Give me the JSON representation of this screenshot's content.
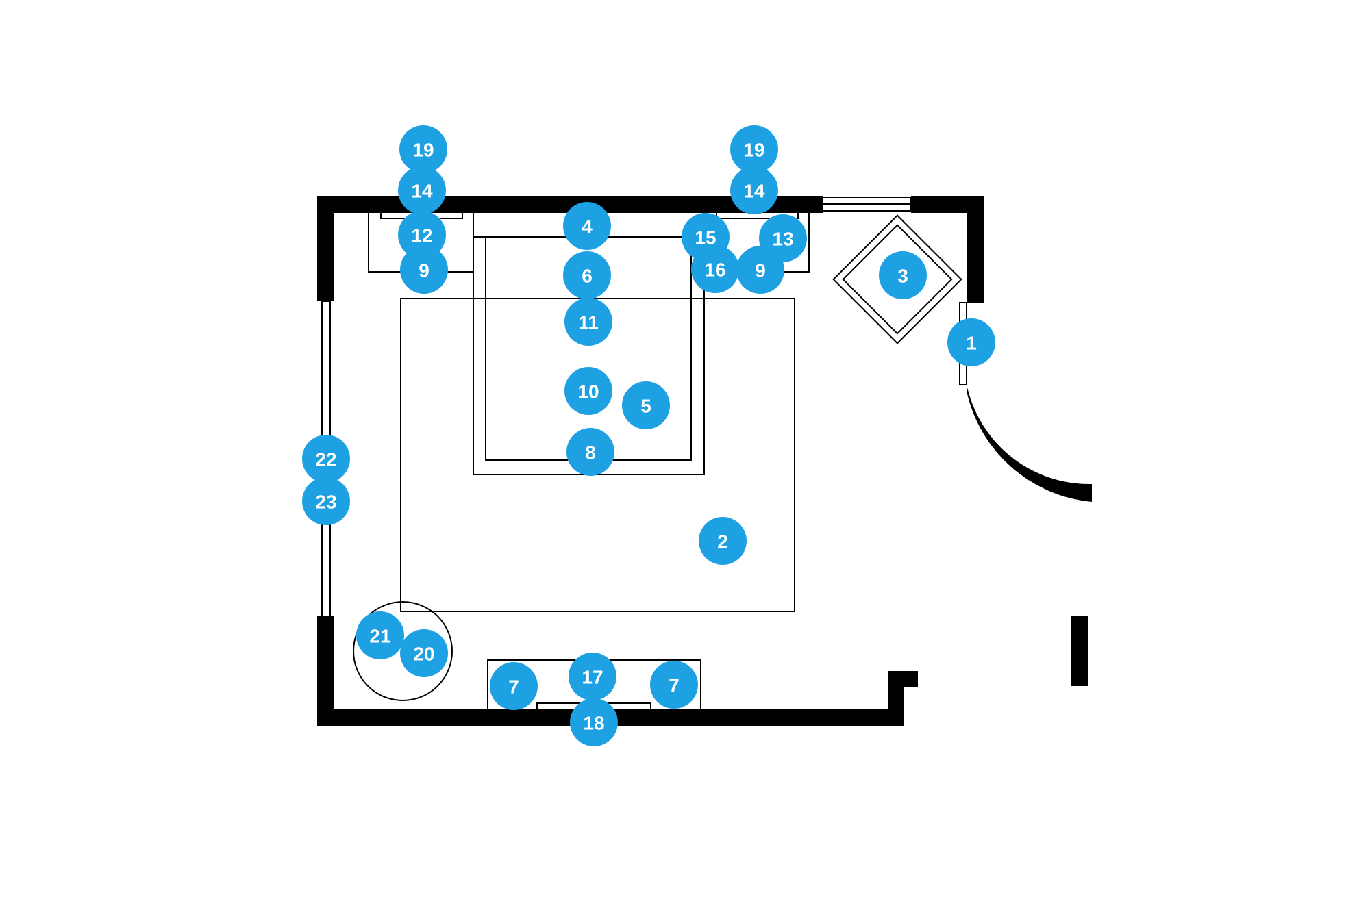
{
  "diagram": {
    "kind": "floor-plan",
    "marker_color": "#1da1e2",
    "wall_color": "#000000",
    "markers": [
      {
        "id": "m1",
        "label": "1"
      },
      {
        "id": "m2",
        "label": "2"
      },
      {
        "id": "m3",
        "label": "3"
      },
      {
        "id": "m4",
        "label": "4"
      },
      {
        "id": "m5",
        "label": "5"
      },
      {
        "id": "m6",
        "label": "6"
      },
      {
        "id": "m7a",
        "label": "7"
      },
      {
        "id": "m7b",
        "label": "7"
      },
      {
        "id": "m8",
        "label": "8"
      },
      {
        "id": "m9a",
        "label": "9"
      },
      {
        "id": "m9b",
        "label": "9"
      },
      {
        "id": "m10",
        "label": "10"
      },
      {
        "id": "m11",
        "label": "11"
      },
      {
        "id": "m12",
        "label": "12"
      },
      {
        "id": "m13",
        "label": "13"
      },
      {
        "id": "m14a",
        "label": "14"
      },
      {
        "id": "m14b",
        "label": "14"
      },
      {
        "id": "m15",
        "label": "15"
      },
      {
        "id": "m16",
        "label": "16"
      },
      {
        "id": "m17",
        "label": "17"
      },
      {
        "id": "m18",
        "label": "18"
      },
      {
        "id": "m19a",
        "label": "19"
      },
      {
        "id": "m19b",
        "label": "19"
      },
      {
        "id": "m20",
        "label": "20"
      },
      {
        "id": "m21",
        "label": "21"
      },
      {
        "id": "m22",
        "label": "22"
      },
      {
        "id": "m23",
        "label": "23"
      }
    ]
  }
}
